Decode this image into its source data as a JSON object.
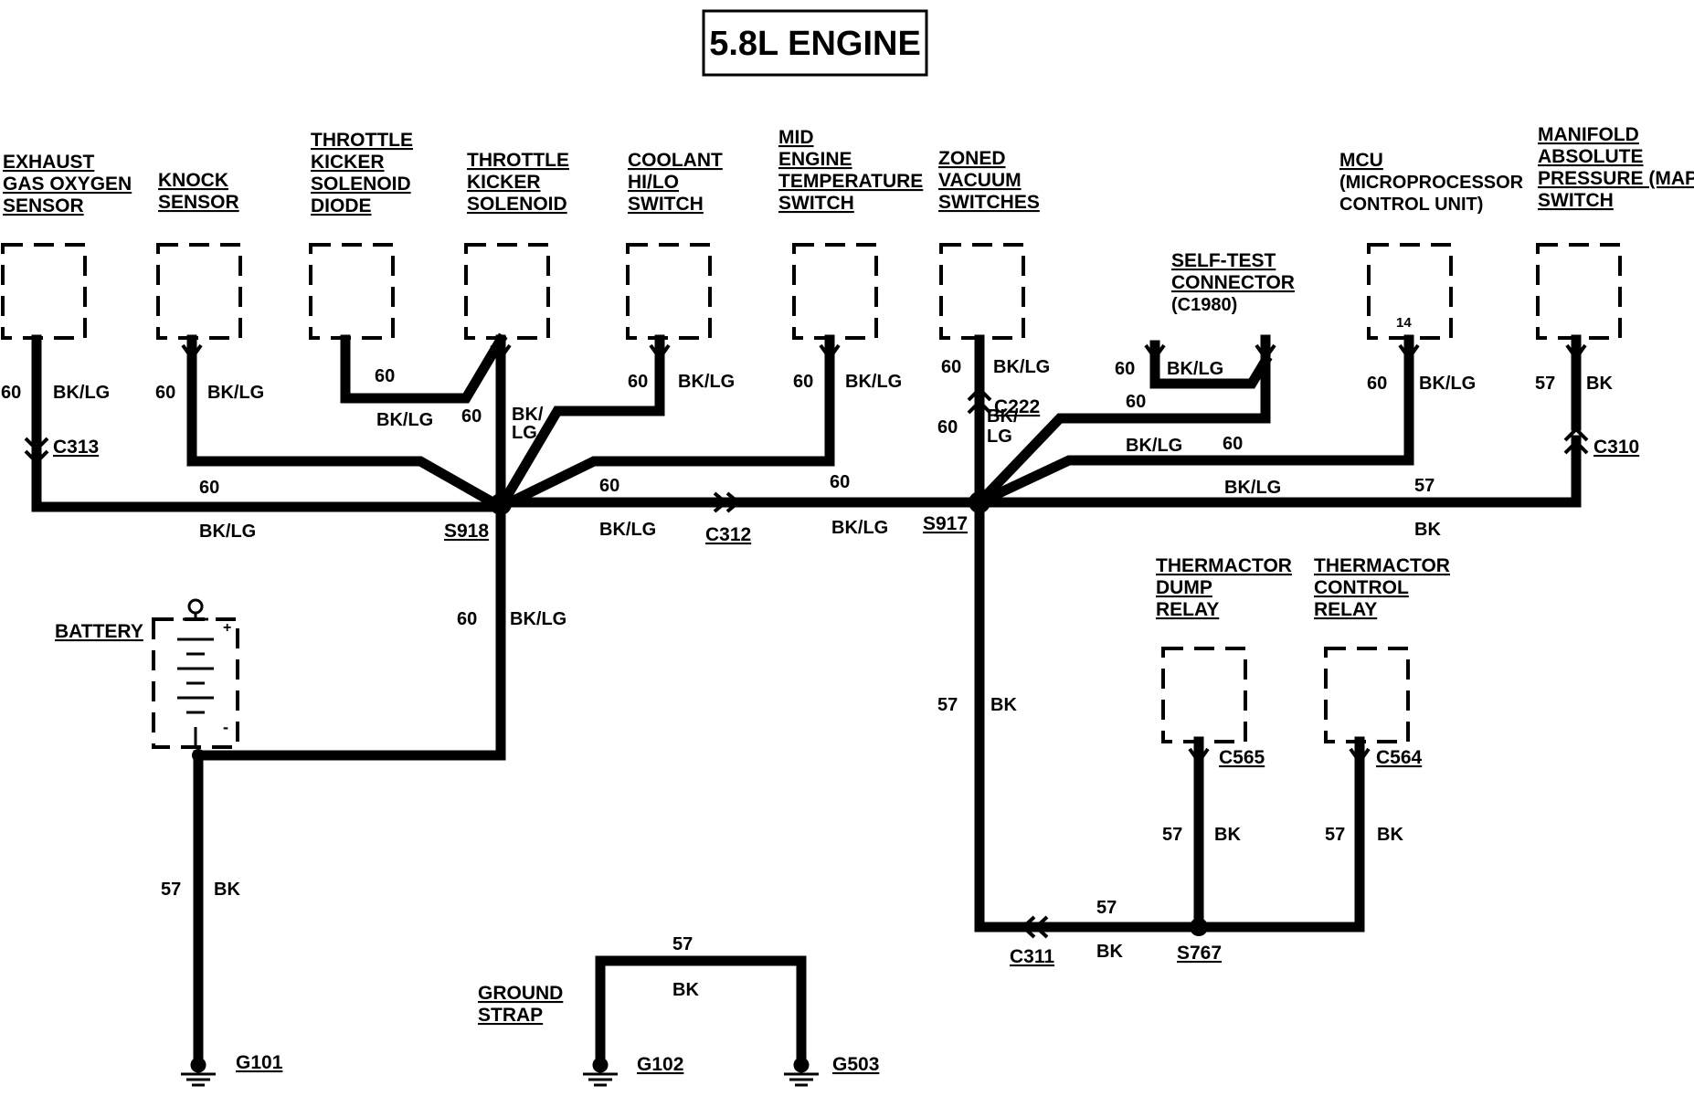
{
  "title": "5.8L ENGINE",
  "components": {
    "ego_sensor": [
      "EXHAUST",
      "GAS OXYGEN",
      "SENSOR"
    ],
    "knock_sensor": [
      "KNOCK",
      "SENSOR"
    ],
    "tks_diode": [
      "THROTTLE",
      "KICKER",
      "SOLENOID",
      "DIODE"
    ],
    "tks": [
      "THROTTLE",
      "KICKER",
      "SOLENOID"
    ],
    "coolant_switch": [
      "COOLANT",
      "HI/LO",
      "SWITCH"
    ],
    "mid_engine_switch": [
      "MID",
      "ENGINE",
      "TEMPERATURE",
      "SWITCH"
    ],
    "zvs": [
      "ZONED",
      "VACUUM",
      "SWITCHES"
    ],
    "self_test": [
      "SELF-TEST",
      "CONNECTOR",
      "(C1980)"
    ],
    "mcu": [
      "MCU",
      "(MICROPROCESSOR",
      "CONTROL UNIT)"
    ],
    "map": [
      "MANIFOLD",
      "ABSOLUTE",
      "PRESSURE (MAP)",
      "SWITCH"
    ],
    "thermactor_dump": [
      "THERMACTOR",
      "DUMP",
      "RELAY"
    ],
    "thermactor_control": [
      "THERMACTOR",
      "CONTROL",
      "RELAY"
    ],
    "battery": "BATTERY",
    "ground_strap": [
      "GROUND",
      "STRAP"
    ],
    "mcu_pin": "14"
  },
  "connectors": {
    "c313": "C313",
    "c312": "C312",
    "c222": "C222",
    "c310": "C310",
    "c565": "C565",
    "c564": "C564",
    "c311": "C311"
  },
  "splices": {
    "s918": "S918",
    "s917": "S917",
    "s767": "S767"
  },
  "grounds": {
    "g101": "G101",
    "g102": "G102",
    "g503": "G503"
  },
  "wire": {
    "c60": "60",
    "c57": "57",
    "bklg": "BK/LG",
    "bk": "BK",
    "bk_slash": "BK/",
    "lg": "LG"
  },
  "battery_signs": {
    "plus": "+",
    "minus": "-"
  }
}
